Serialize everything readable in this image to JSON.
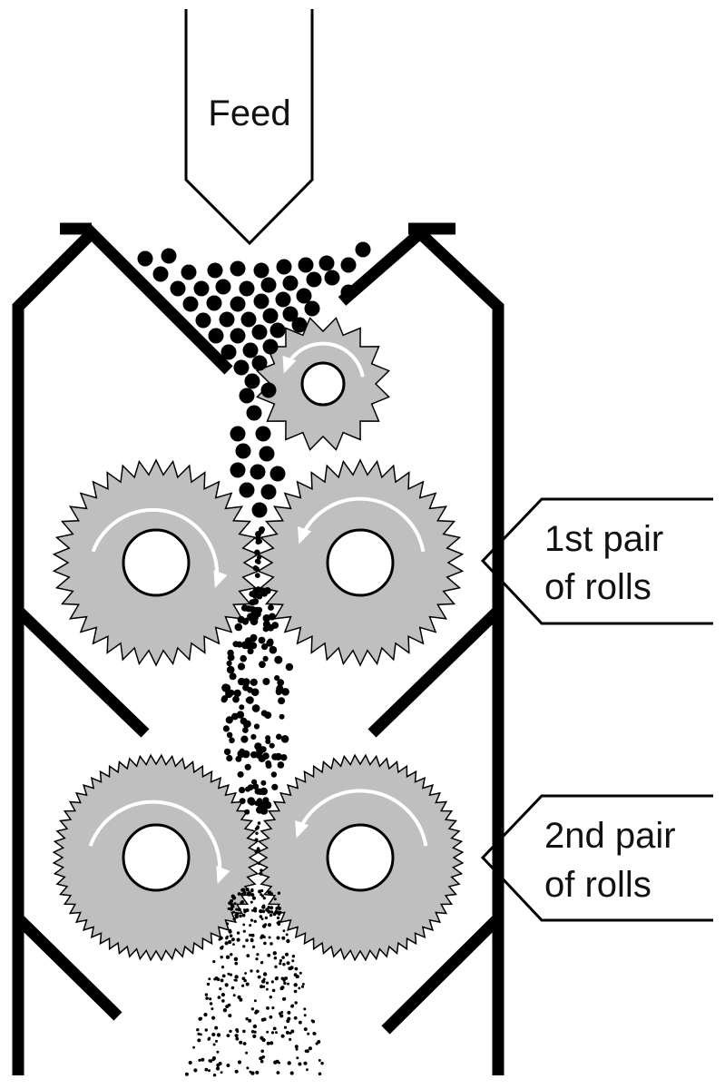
{
  "labels": {
    "feed": "Feed",
    "pair1_line1": "1st pair",
    "pair1_line2": "of rolls",
    "pair2_line1": "2nd pair",
    "pair2_line2": "of rolls"
  },
  "colors": {
    "roll_fill": "#bfbfbf",
    "wall": "#000000",
    "particle": "#000000",
    "arrow": "#ffffff"
  },
  "icons": {
    "roll": "gear-roll-icon",
    "rotation_arrow": "curved-arrow-icon"
  }
}
